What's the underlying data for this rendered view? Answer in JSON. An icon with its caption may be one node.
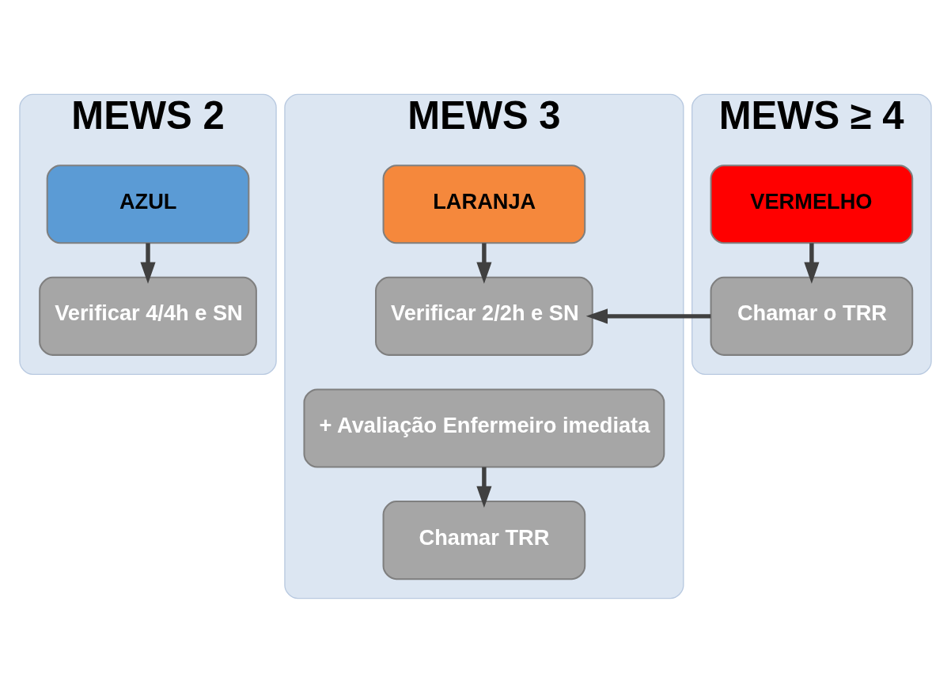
{
  "diagram": {
    "nodes": [
      {
        "text": [
          "MEWS 2"
        ]
      },
      {
        "text": [
          "AZUL"
        ],
        "in": 0
      },
      {
        "text": [
          "Verificar 4/4h e SN"
        ],
        "in": 0
      },
      {
        "text": [
          "MEWS 3"
        ]
      },
      {
        "text": [
          "LARANJA"
        ],
        "in": 3
      },
      {
        "text": [
          "Verificar 2/2h e SN"
        ],
        "in": 3
      },
      {
        "text": [
          "+ Avaliação Enfermeiro imediata"
        ],
        "in": 3
      },
      {
        "text": [
          "Chamar TRR"
        ],
        "in": 3
      },
      {
        "text": [
          "MEWS ≥ 4"
        ]
      },
      {
        "text": [
          "VERMELHO"
        ],
        "in": 8
      },
      {
        "text": [
          "Chamar o TRR"
        ],
        "in": 8
      }
    ],
    "edges": [
      {
        "from": 1,
        "to": 2,
        "arrow": "to"
      },
      {
        "from": 4,
        "to": 5,
        "arrow": "to"
      },
      {
        "from": 6,
        "to": 7,
        "arrow": "to"
      },
      {
        "from": 10,
        "to": 5,
        "arrow": "to"
      },
      {
        "from": 9,
        "to": 10,
        "arrow": "to"
      }
    ]
  }
}
